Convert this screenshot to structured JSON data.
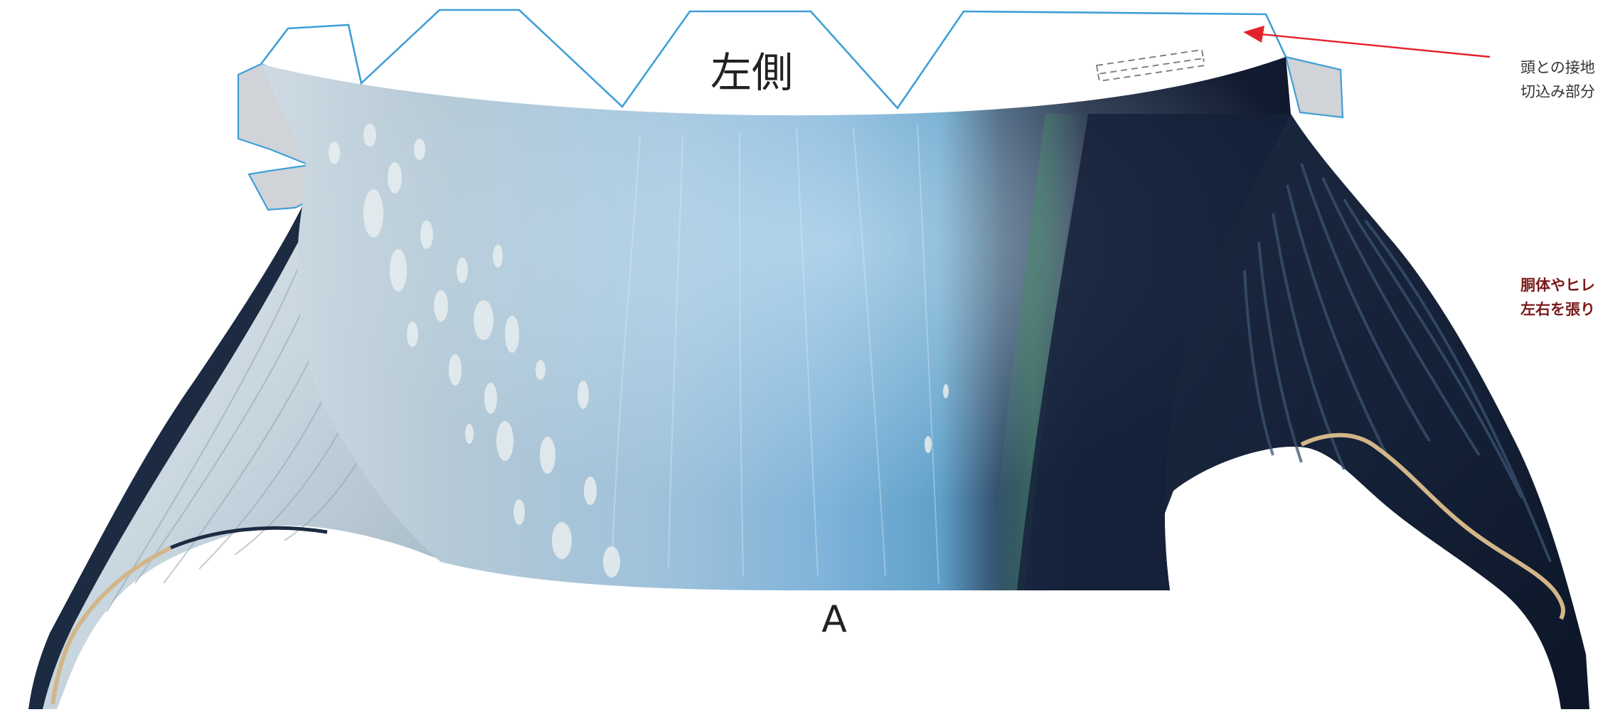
{
  "piece": {
    "side_label": "左側",
    "part_letter": "A"
  },
  "notes": {
    "top": {
      "line1": "頭との接地",
      "line2": "切込み部分"
    },
    "red": {
      "line1": "胴体やヒレ",
      "line2": "左右を張り"
    }
  },
  "colors": {
    "cut_line": "#3f9fd6",
    "glue_tab": "#d0d3d8",
    "arrow": "#e2232c",
    "note_red": "#7a1a1a",
    "fin_dark": "#16213a",
    "fin_edge": "#d2b68a",
    "body_light": "#a9c9df",
    "body_blue": "#6aa6cf"
  }
}
